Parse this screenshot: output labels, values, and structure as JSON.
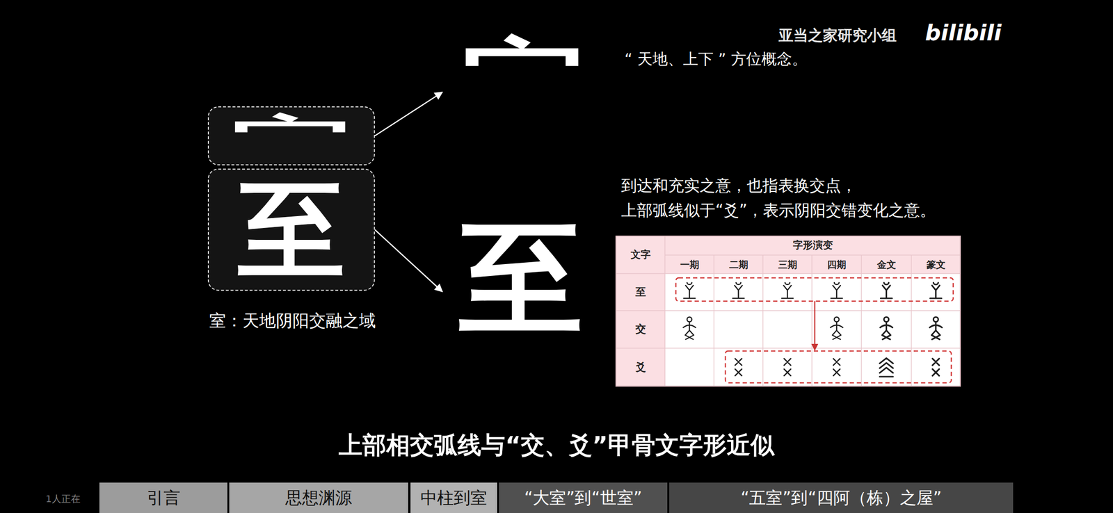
{
  "diagram": {
    "caption": "上部相交弧线与“交、爻”甲骨文字形近似",
    "nodes": [
      {
        "text": [
          "宀"
        ]
      },
      {
        "text": [
          "至"
        ]
      },
      {
        "text": [
          "宀"
        ]
      },
      {
        "text": [
          "至"
        ]
      },
      {
        "text": [
          "引言"
        ]
      },
      {
        "text": [
          "思想渊源"
        ]
      },
      {
        "text": [
          "中柱到室"
        ]
      },
      {
        "text": [
          "“大室”到“世室”"
        ]
      },
      {
        "text": [
          "“五室”到“四阿（栋）之屋”"
        ]
      }
    ],
    "edges": [
      {
        "from": 0,
        "to": 2,
        "arrow": "to"
      },
      {
        "from": 1,
        "to": 3,
        "arrow": "to"
      }
    ],
    "labels": [
      "亚当之家研究小组",
      "bilibili",
      "“ 天地、上下 ” 方位概念。",
      "到达和充实之意，也指表换交点，",
      "上部弧线似于“爻”，表示阴阳交错变化之意。",
      "室：天地阴阳交融之域",
      "文字",
      "字形演变",
      "一期",
      "二期",
      "三期",
      "四期",
      "金文",
      "篆文",
      "至",
      "交",
      "爻",
      "1人正在"
    ]
  }
}
